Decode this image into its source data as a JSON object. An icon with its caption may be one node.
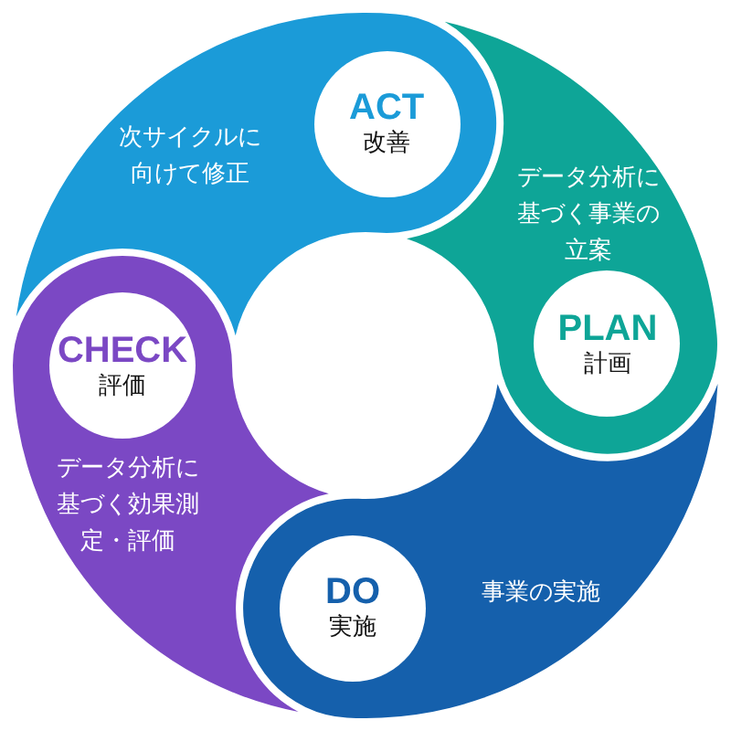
{
  "diagram": {
    "nodes": [
      {
        "text": [
          "次サイクルに向けて修正"
        ]
      },
      {
        "text": [
          "ACT",
          "改善"
        ],
        "in": 0
      },
      {
        "text": [
          "データ分析に基づく事業の立案"
        ]
      },
      {
        "text": [
          "PLAN",
          "計画"
        ],
        "in": 2
      },
      {
        "text": [
          "事業の実施"
        ]
      },
      {
        "text": [
          "DO",
          "実施"
        ],
        "in": 4
      },
      {
        "text": [
          "データ分析に基づく効果測定・評価"
        ]
      },
      {
        "text": [
          "CHECK",
          "評価"
        ],
        "in": 6
      }
    ]
  }
}
